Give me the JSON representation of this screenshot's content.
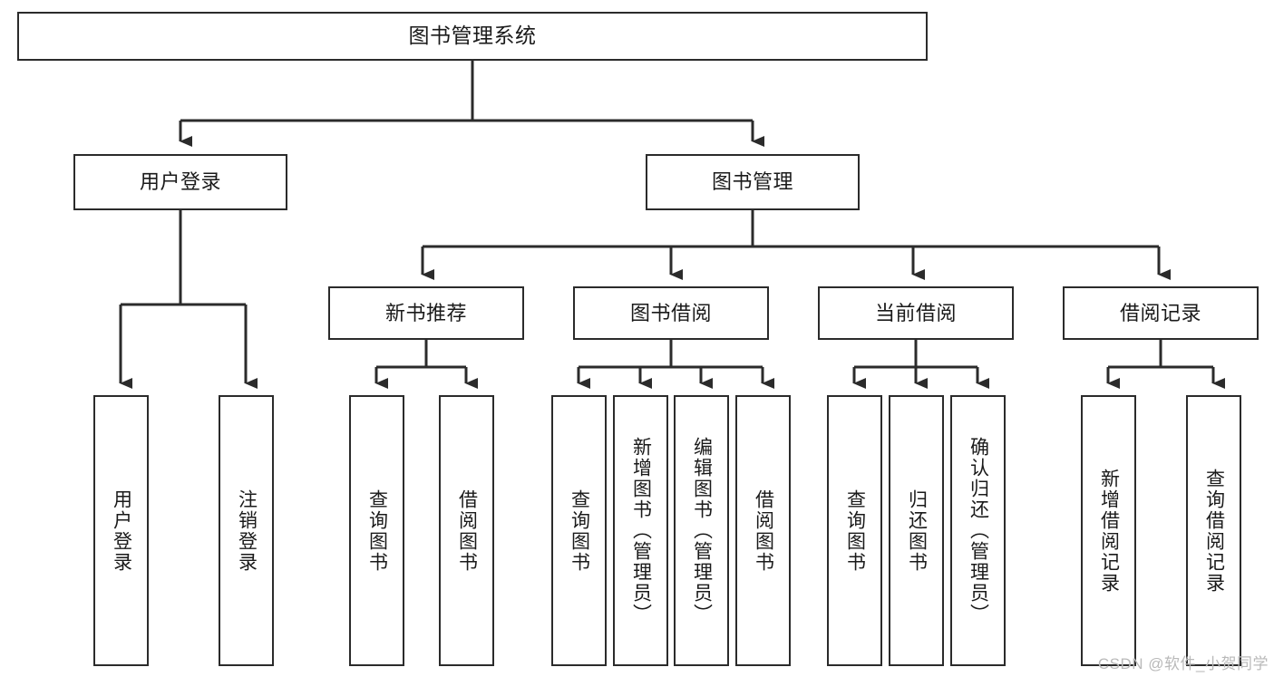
{
  "diagram": {
    "title": "图书管理系统",
    "type": "tree",
    "stroke_color": "#2b2b2b",
    "background_color": "#ffffff",
    "text_color": "#1a1a1a"
  },
  "nodes": {
    "root": {
      "label": "图书管理系统"
    },
    "level2": [
      {
        "id": "user-login",
        "label": "用户登录"
      },
      {
        "id": "book-manage",
        "label": "图书管理"
      }
    ],
    "level3": [
      {
        "id": "new-book-recommend",
        "label": "新书推荐"
      },
      {
        "id": "book-borrow",
        "label": "图书借阅"
      },
      {
        "id": "current-borrow",
        "label": "当前借阅"
      },
      {
        "id": "borrow-record",
        "label": "借阅记录"
      }
    ],
    "leaves": {
      "user_login": [
        {
          "id": "leaf-user-login",
          "label": "用户登录"
        },
        {
          "id": "leaf-logout",
          "label": "注销登录"
        }
      ],
      "new_book_recommend": [
        {
          "id": "leaf-query-book-1",
          "label": "查询图书"
        },
        {
          "id": "leaf-borrow-book-1",
          "label": "借阅图书"
        }
      ],
      "book_borrow": [
        {
          "id": "leaf-query-book-2",
          "label": "查询图书"
        },
        {
          "id": "leaf-add-book",
          "label": "新增图书（管理员）"
        },
        {
          "id": "leaf-edit-book",
          "label": "编辑图书（管理员）"
        },
        {
          "id": "leaf-borrow-book-2",
          "label": "借阅图书"
        }
      ],
      "current_borrow": [
        {
          "id": "leaf-query-book-3",
          "label": "查询图书"
        },
        {
          "id": "leaf-return-book",
          "label": "归还图书"
        },
        {
          "id": "leaf-confirm-return",
          "label": "确认归还（管理员）"
        }
      ],
      "borrow_record": [
        {
          "id": "leaf-add-record",
          "label": "新增借阅记录"
        },
        {
          "id": "leaf-query-record",
          "label": "查询借阅记录"
        }
      ]
    }
  },
  "watermark": {
    "text": "CSDN @软件_小贺同学"
  }
}
